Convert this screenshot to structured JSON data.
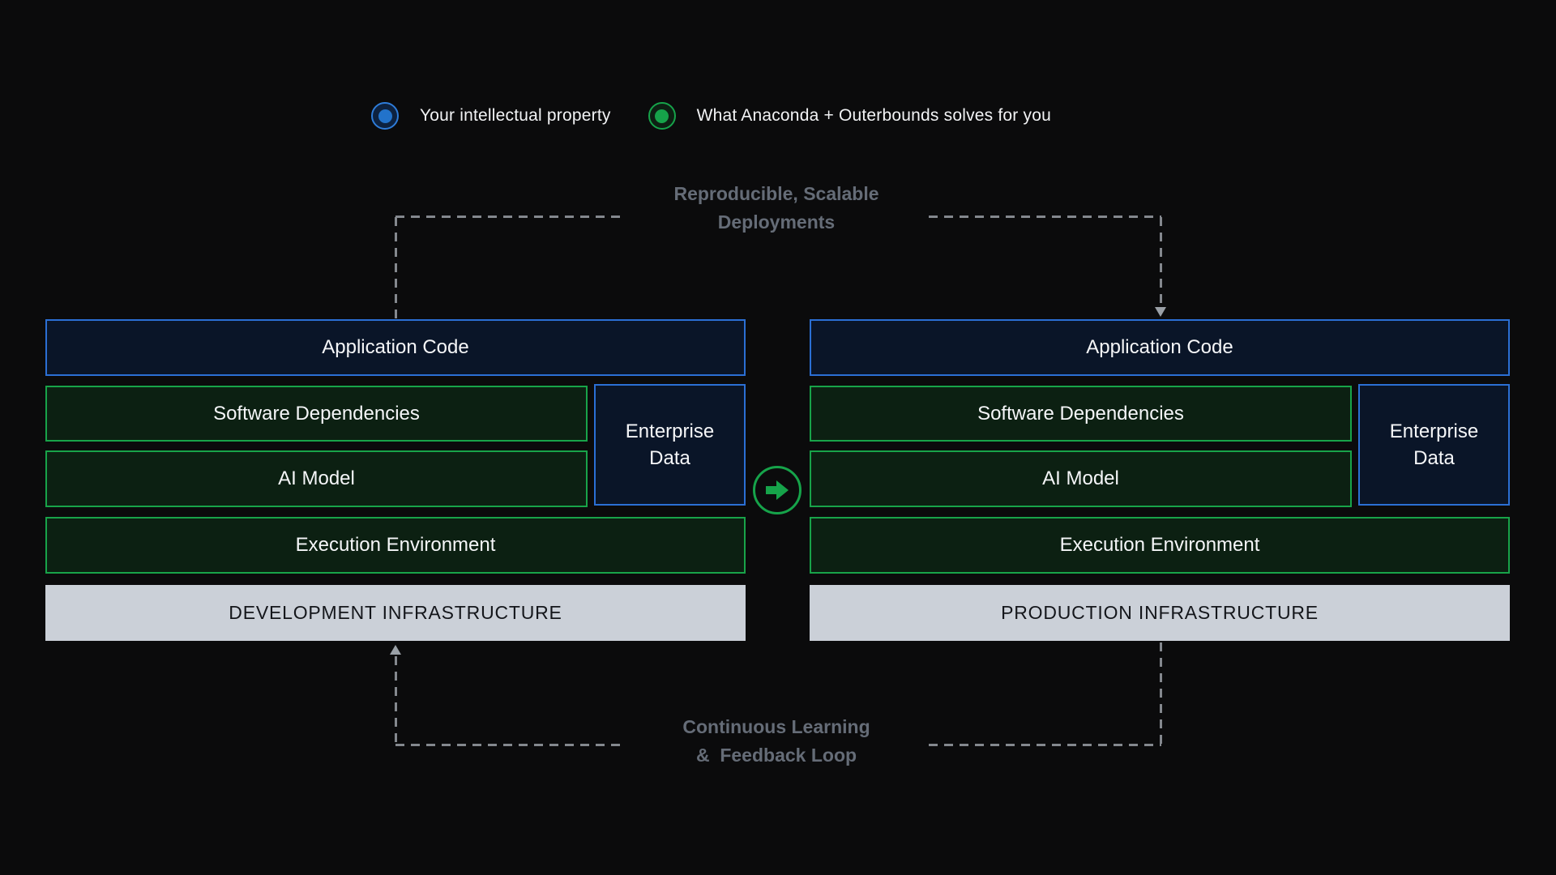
{
  "legend": {
    "items": [
      {
        "icon": "blue-dot-icon",
        "label": "Your intellectual property",
        "color": "#2273cb"
      },
      {
        "icon": "green-dot-icon",
        "label": "What Anaconda + Outerbounds solves for you",
        "color": "#16a34a"
      }
    ]
  },
  "top_caption": {
    "line1": "Reproducible, Scalable",
    "line2": "Deployments"
  },
  "bottom_caption": {
    "line1": "Continuous Learning",
    "line2": "&  Feedback Loop"
  },
  "stacks": [
    {
      "side": "development",
      "application_code": "Application Code",
      "software_dependencies": "Software Dependencies",
      "ai_model": "AI Model",
      "enterprise_data": "Enterprise Data",
      "execution_environment": "Execution Environment",
      "infrastructure": "DEVELOPMENT INFRASTRUCTURE"
    },
    {
      "side": "production",
      "application_code": "Application Code",
      "software_dependencies": "Software Dependencies",
      "ai_model": "AI Model",
      "enterprise_data": "Enterprise Data",
      "execution_environment": "Execution Environment",
      "infrastructure": "PRODUCTION INFRASTRUCTURE"
    }
  ],
  "flow_arrow": {
    "icon": "arrow-right-icon",
    "color": "#16a34a"
  },
  "colors": {
    "background": "#0b0b0c",
    "blue_border": "#2b6fd4",
    "navy_fill": "#0a1528",
    "green_border": "#18a349",
    "green_fill": "#0c2012",
    "gray_box": "#cbd0d8",
    "caption_text": "#656c77",
    "dashed_line": "#84888e"
  }
}
